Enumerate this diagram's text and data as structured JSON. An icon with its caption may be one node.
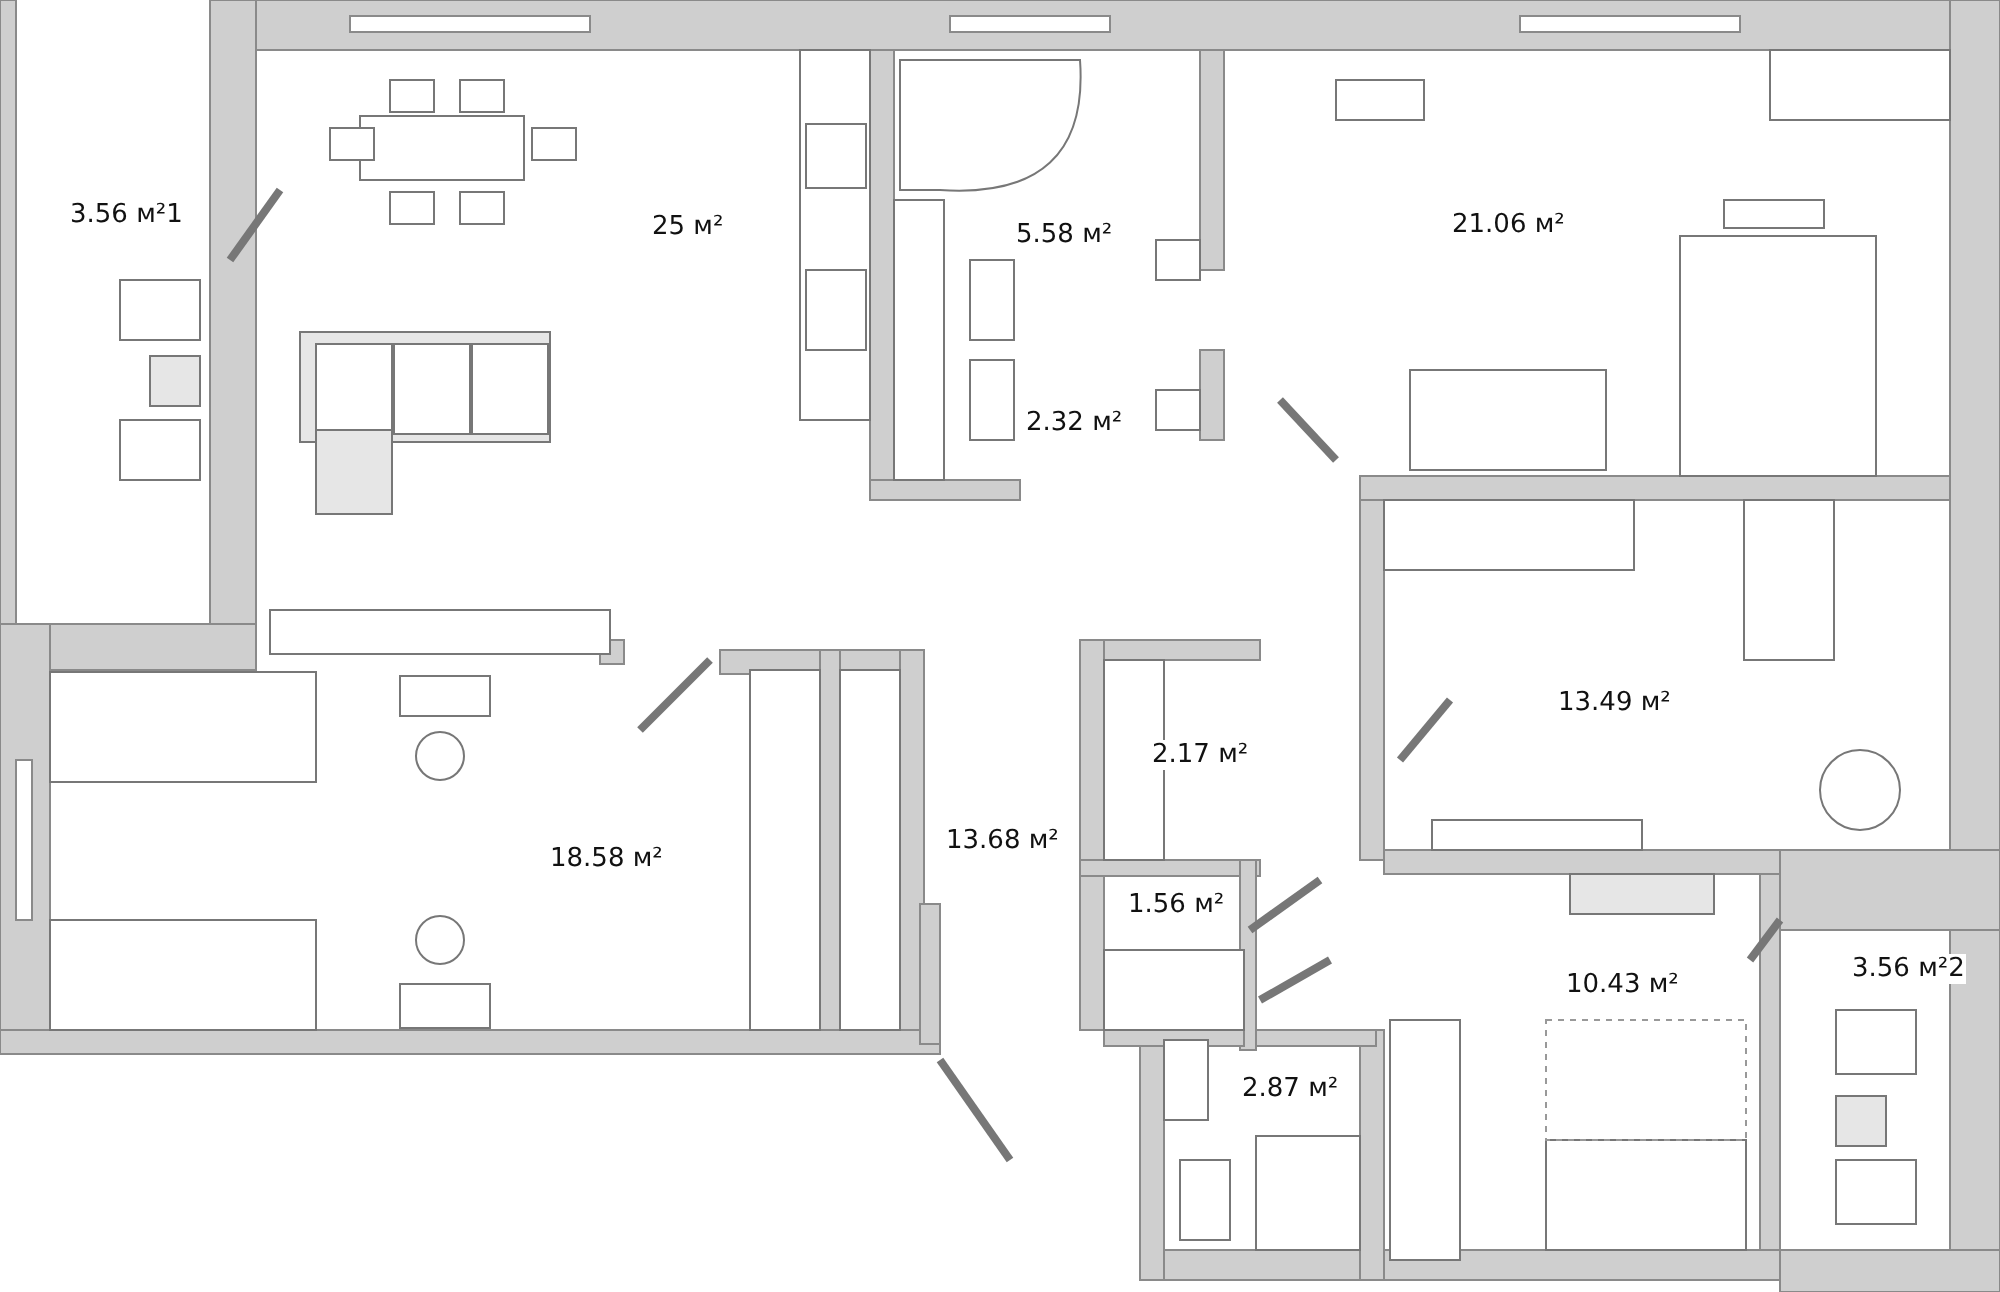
{
  "diagram": {
    "labels": [
      "3.56 м²1",
      "25 м²",
      "5.58 м²",
      "21.06 м²",
      "2.32 м²",
      "13.49 м²",
      "2.17 м²",
      "18.58 м²",
      "13.68 м²",
      "1.56 м²",
      "10.43 м²",
      "3.56 м²2",
      "2.87 м²"
    ]
  }
}
